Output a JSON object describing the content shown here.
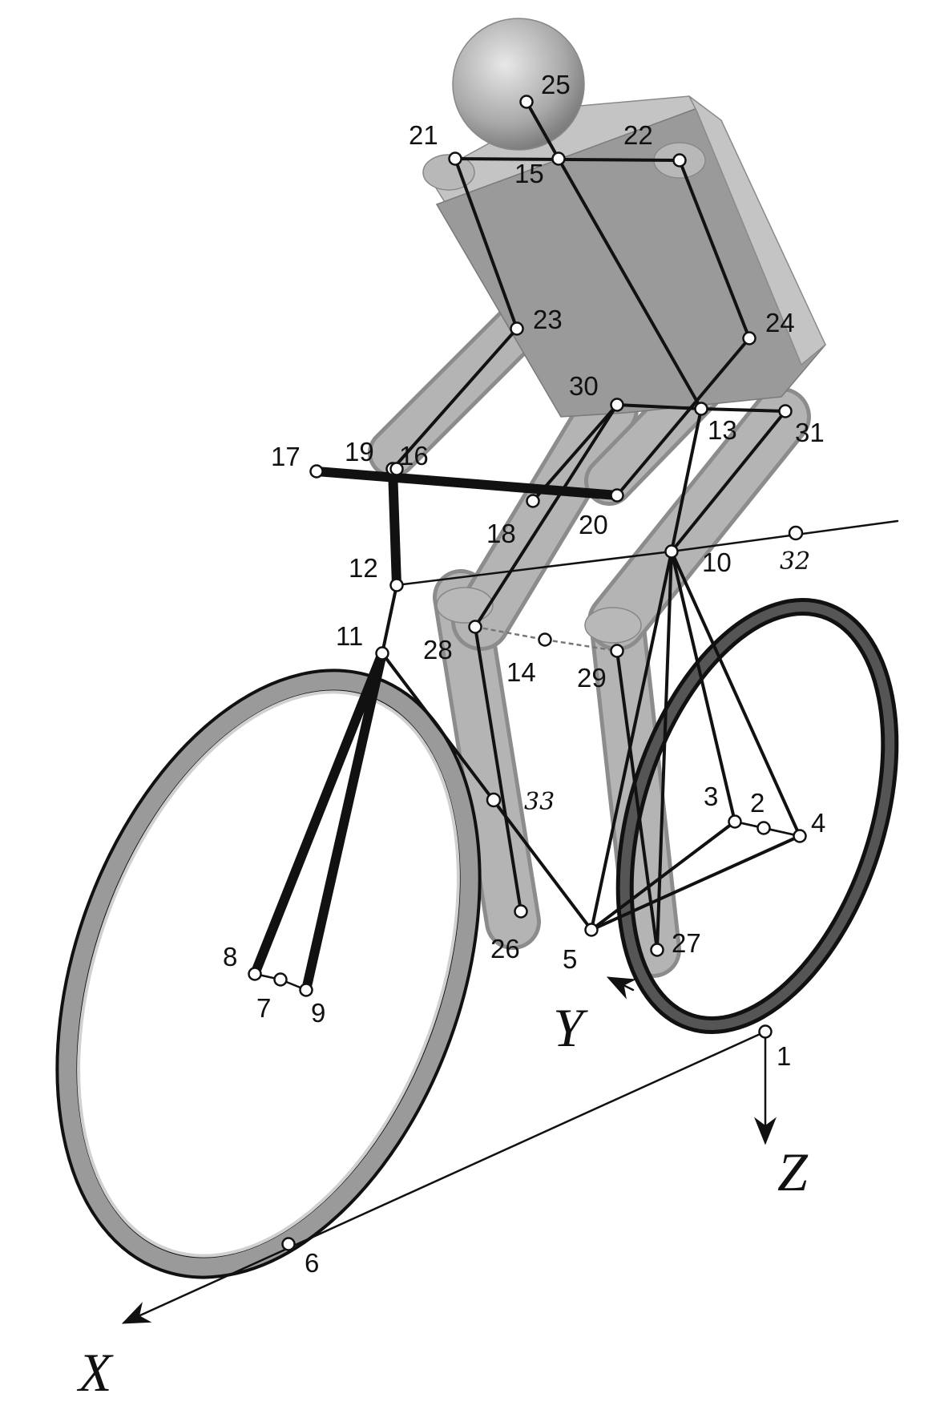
{
  "figure": {
    "node_labels": [
      "1",
      "2",
      "3",
      "4",
      "5",
      "6",
      "7",
      "8",
      "9",
      "10",
      "11",
      "12",
      "13",
      "14",
      "15",
      "16",
      "17",
      "18",
      "19",
      "20",
      "21",
      "22",
      "23",
      "24",
      "25",
      "26",
      "27",
      "28",
      "29",
      "30",
      "31"
    ],
    "extra_labels": [
      "32",
      "33"
    ],
    "axes": {
      "x": "X",
      "y": "Y",
      "z": "Z"
    },
    "colors": {
      "ink": "#111111",
      "body_dark": "#9a9a9a",
      "body_light": "#c4c4c4",
      "limb": "#b4b4b4",
      "head": "#a8a8a8"
    }
  }
}
